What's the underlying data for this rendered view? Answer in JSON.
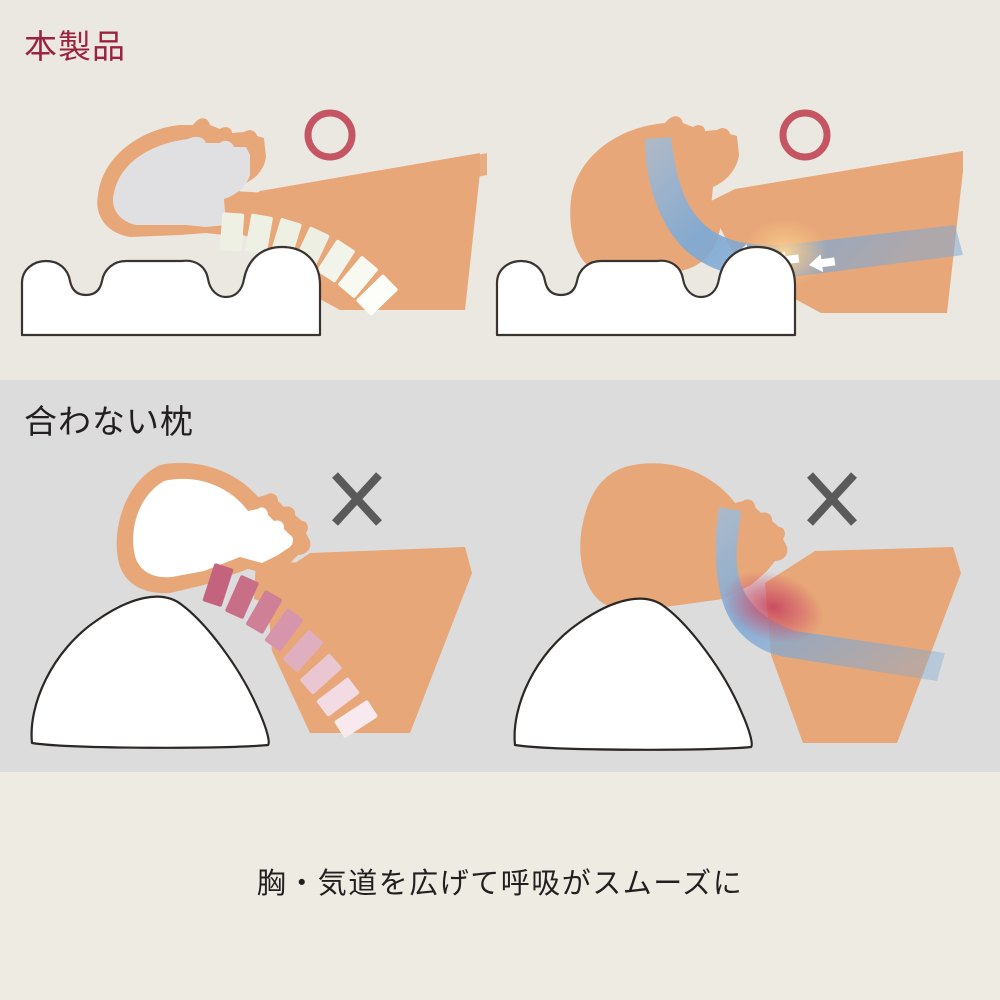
{
  "page": {
    "background_top": "#ebe8e1",
    "background_middle": "#dcdcdc",
    "background_bottom": "#eeebe2"
  },
  "sections": {
    "good": {
      "title": "本製品",
      "title_color": "#9c2340",
      "mark": "○",
      "mark_color": "#c65563",
      "panels": [
        {
          "id": "good-spine",
          "description_icon": "spine-aligned-icon",
          "vertebra_color": "#eef0e4",
          "skin_color": "#e8a778",
          "skull_color": "#e0e0e2",
          "pillow_color": "#ffffff",
          "pillow_outline": "#3a3430",
          "pillow_shape": "wave-contour-pillow"
        },
        {
          "id": "good-airway",
          "description_icon": "airway-open-icon",
          "airway_color": "#7fa9d4",
          "glow_color": "#f5c77e",
          "arrow_color": "#ffffff",
          "arrow_count": 3,
          "arrow_direction": "left",
          "skin_color": "#e8a778",
          "pillow_color": "#ffffff",
          "pillow_shape": "wave-contour-pillow"
        }
      ]
    },
    "bad": {
      "title": "合わない枕",
      "title_color": "#231f20",
      "mark": "✕",
      "mark_color": "#5a5a5a",
      "panels": [
        {
          "id": "bad-spine",
          "description_icon": "spine-strained-icon",
          "vertebra_colors": [
            "#c4637e",
            "#c86e87",
            "#cf8097",
            "#d695aa",
            "#e0afbf",
            "#eac6d2",
            "#f2dbe2",
            "#f8e9ee"
          ],
          "skin_color": "#e8a778",
          "skull_color": "#ffffff",
          "pillow_color": "#ffffff",
          "pillow_outline": "#2b2724",
          "pillow_shape": "high-dome-pillow"
        },
        {
          "id": "bad-airway",
          "description_icon": "airway-blocked-icon",
          "airway_color": "#7fa9d4",
          "blockage_color": "#c8455c",
          "skin_color": "#e8a778",
          "pillow_color": "#ffffff",
          "pillow_shape": "high-dome-pillow"
        }
      ]
    }
  },
  "caption": "胸・気道を広げて呼吸がスムーズに"
}
